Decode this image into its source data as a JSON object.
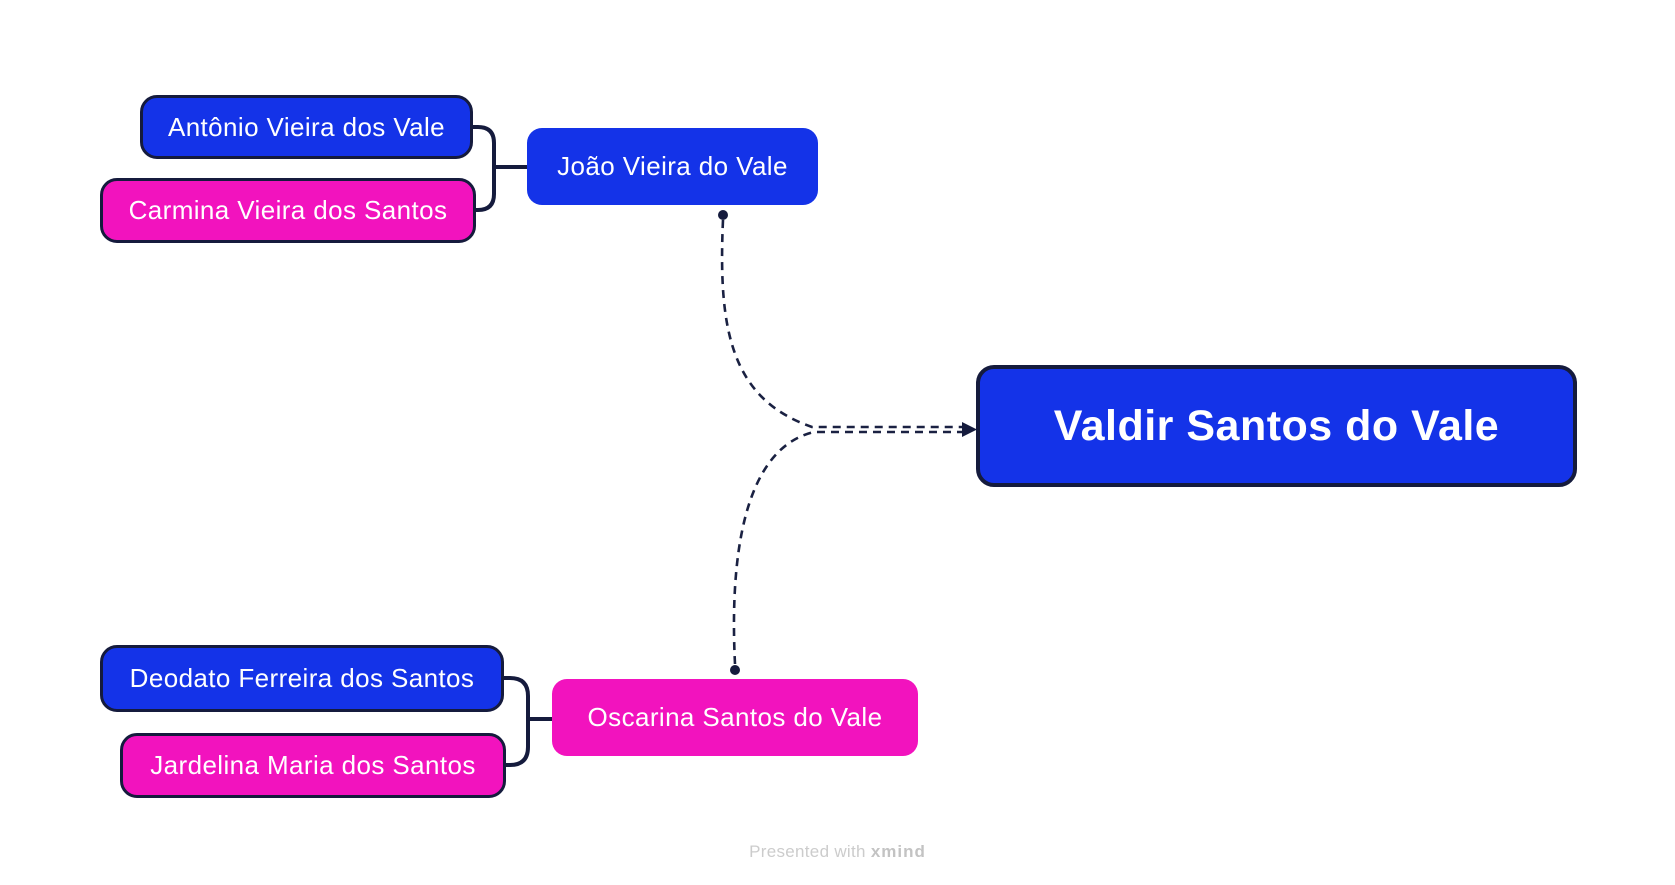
{
  "diagram": {
    "type": "family-tree-mindmap",
    "root_id": "valdir",
    "relations": [
      {
        "from": "antonio",
        "to": "joao",
        "style": "bracket"
      },
      {
        "from": "carmina",
        "to": "joao",
        "style": "bracket"
      },
      {
        "from": "deodato",
        "to": "oscarina",
        "style": "bracket"
      },
      {
        "from": "jardelina",
        "to": "oscarina",
        "style": "bracket"
      },
      {
        "from": "joao",
        "to": "valdir",
        "style": "dashed-arrow"
      },
      {
        "from": "oscarina",
        "to": "valdir",
        "style": "dashed-arrow"
      }
    ]
  },
  "nodes": {
    "antonio": {
      "label": "Antônio Vieira dos Vale",
      "color": "#1433e8"
    },
    "carmina": {
      "label": "Carmina Vieira dos Santos",
      "color": "#f213be"
    },
    "joao": {
      "label": "João Vieira do Vale",
      "color": "#1433e8"
    },
    "deodato": {
      "label": "Deodato Ferreira dos Santos",
      "color": "#1433e8"
    },
    "jardelina": {
      "label": "Jardelina Maria dos Santos",
      "color": "#f213be"
    },
    "oscarina": {
      "label": "Oscarina Santos do Vale",
      "color": "#f213be"
    },
    "valdir": {
      "label": "Valdir Santos do Vale",
      "color": "#1433e8"
    }
  },
  "colors": {
    "node_blue": "#1433e8",
    "node_magenta": "#f213be",
    "node_border": "#151b3d",
    "connector": "#151b3d",
    "dashed_link": "#1a2142",
    "node_text": "#ffffff",
    "watermark_text": "#cccccc"
  },
  "watermark": {
    "prefix": "Presented with ",
    "brand": "xmind"
  }
}
